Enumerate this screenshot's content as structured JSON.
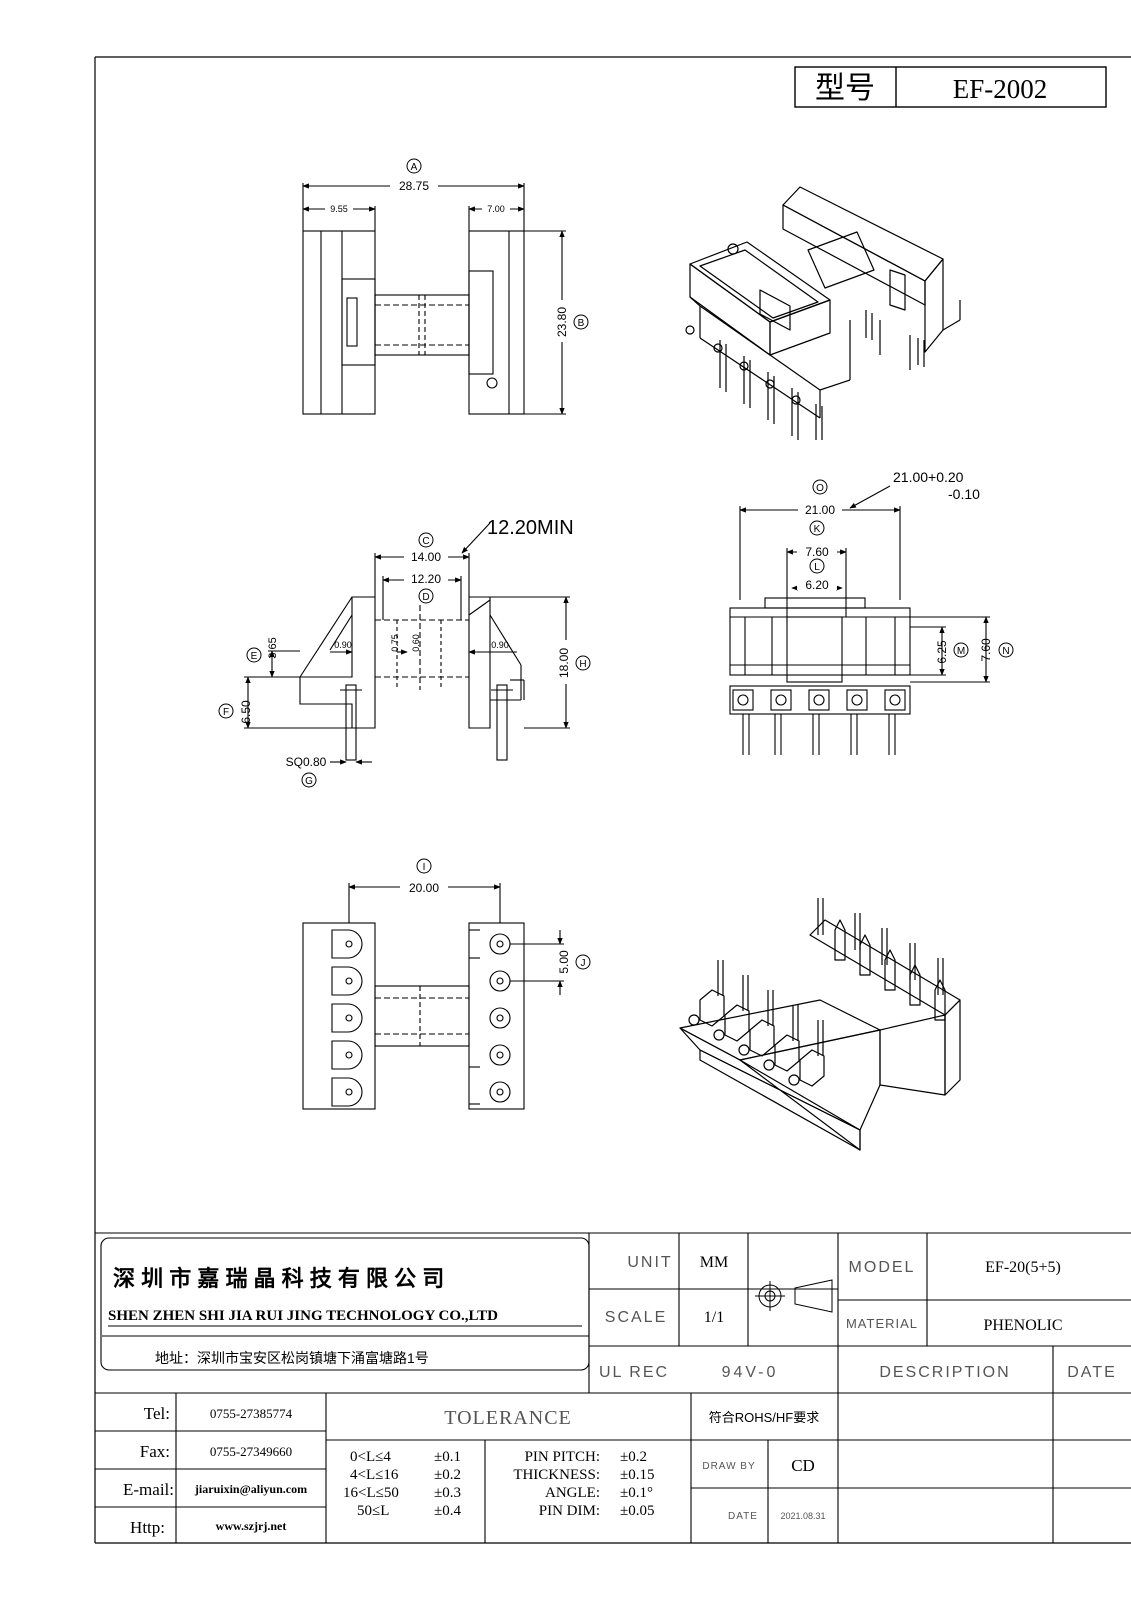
{
  "header": {
    "label_model": "型号",
    "model_no": "EF-2002"
  },
  "dims": {
    "A": "28.75",
    "a1": "9.55",
    "a2": "7.00",
    "B": "23.80",
    "O": "21.00",
    "O_tol_upper": "21.00+0.20",
    "O_tol_lower": "-0.10",
    "K": "7.60",
    "L": "6.20",
    "C": "14.00",
    "D": "12.20",
    "min_note": "12.20MIN",
    "E": "3.65",
    "F": "6.50",
    "H": "18.00",
    "G": "SQ0.80",
    "d090a": "0.90",
    "d075": "0.75",
    "d060": "0.60",
    "d090b": "0.90",
    "M": "6.25",
    "N": "7.60",
    "I": "20.00",
    "J": "5.00"
  },
  "letters": {
    "A": "A",
    "B": "B",
    "C": "C",
    "D": "D",
    "E": "E",
    "F": "F",
    "G": "G",
    "H": "H",
    "I": "I",
    "J": "J",
    "K": "K",
    "L": "L",
    "M": "M",
    "N": "N",
    "O": "O"
  },
  "company": {
    "name_cn": "深 圳 市 嘉 瑞 晶 科 技 有 限 公 司",
    "name_en": "SHEN ZHEN SHI  JIA RUI JING  TECHNOLOGY CO.,LTD",
    "address": "地址：深圳市宝安区松岗镇塘下涌富塘路1号"
  },
  "spec": {
    "unit_label": "UNIT",
    "unit_value": "MM",
    "scale_label": "SCALE",
    "scale_value": "1/1",
    "ul_label": "UL REC",
    "ul_value": "94V-0",
    "model_label": "MODEL",
    "model_value": "EF-20(5+5)",
    "material_label": "MATERIAL",
    "material_value": "PHENOLIC",
    "description_label": "DESCRIPTION",
    "date_label": "DATE"
  },
  "contact": {
    "tel_label": "Tel:",
    "tel": "0755-27385774",
    "fax_label": "Fax:",
    "fax": "0755-27349660",
    "email_label": "E-mail:",
    "email": "jiaruixin@aliyun.com",
    "http_label": "Http:",
    "http": "www.szjrj.net"
  },
  "tolerance": {
    "title": "TOLERANCE",
    "ranges": [
      {
        "range": "0<L≤4",
        "tol": "±0.1"
      },
      {
        "range": "4<L≤16",
        "tol": "±0.2"
      },
      {
        "range": "16<L≤50",
        "tol": "±0.3"
      },
      {
        "range": "50≤L",
        "tol": "±0.4"
      }
    ],
    "extra": [
      {
        "label": "PIN PITCH:",
        "tol": "±0.2"
      },
      {
        "label": "THICKNESS:",
        "tol": "±0.15"
      },
      {
        "label": "ANGLE:",
        "tol": "±0.1°"
      },
      {
        "label": "PIN DIM:",
        "tol": "±0.05"
      }
    ]
  },
  "compliance": "符合ROHS/HF要求",
  "drawn": {
    "label": "DRAW BY",
    "value": "CD"
  },
  "date_row": {
    "label": "DATE",
    "value": "2021.08.31"
  }
}
